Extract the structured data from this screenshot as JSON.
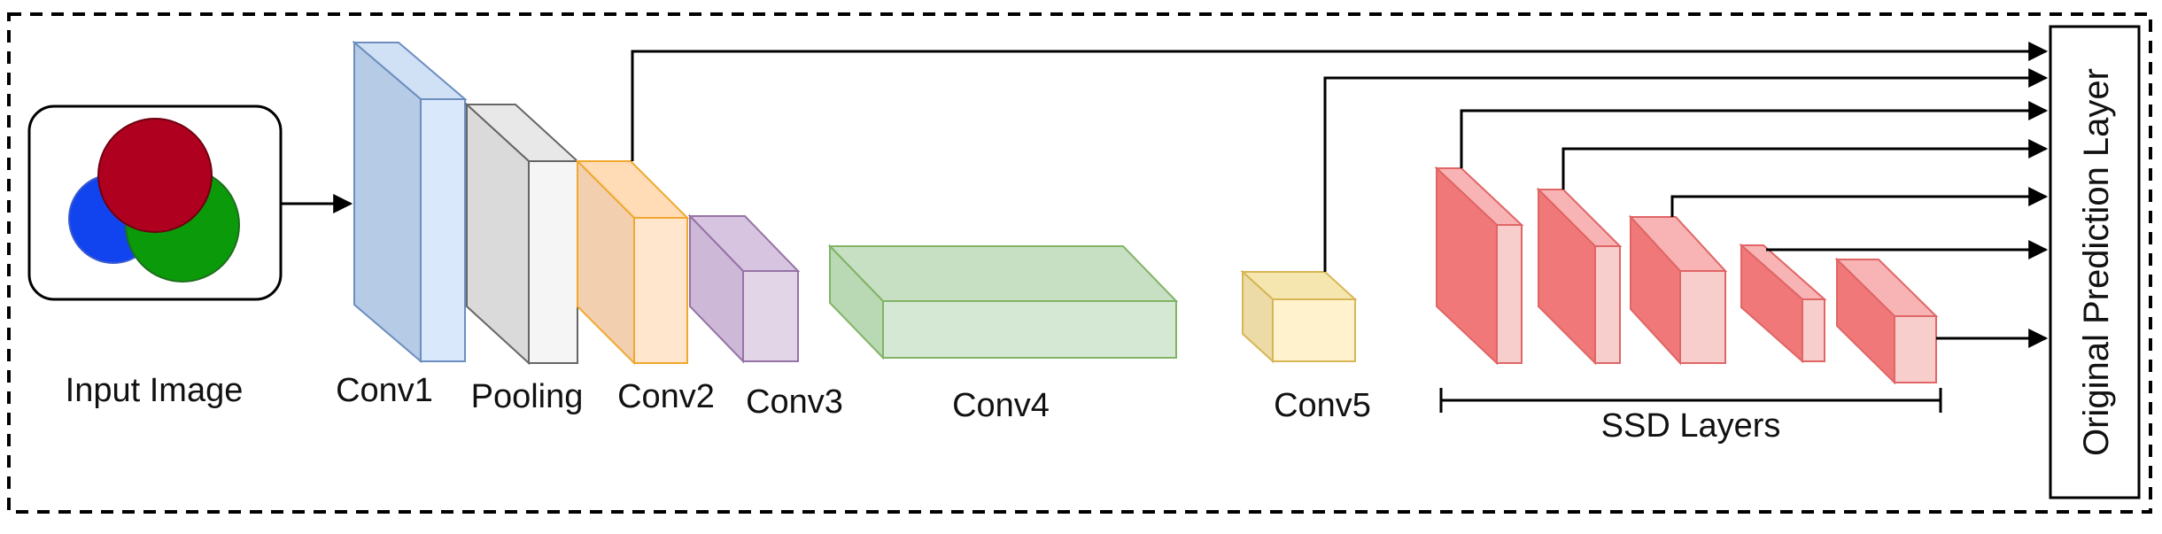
{
  "labels": {
    "input_image": "Input Image",
    "conv1": "Conv1",
    "pooling": "Pooling",
    "conv2": "Conv2",
    "conv3": "Conv3",
    "conv4": "Conv4",
    "conv5": "Conv5",
    "ssd_layers": "SSD Layers",
    "prediction_layer": "Original Prediction Layer"
  },
  "colors": {
    "conv1": "#dae8fc",
    "pooling": "#f5f5f5",
    "conv2": "#ffe6cc",
    "conv3": "#e1d5e7",
    "conv4": "#d5e8d4",
    "conv5": "#fff2cc",
    "ssd": "#f8cecc",
    "circle_red": "#b00020",
    "circle_green": "#0a9a0a",
    "circle_blue": "#1144ee"
  }
}
